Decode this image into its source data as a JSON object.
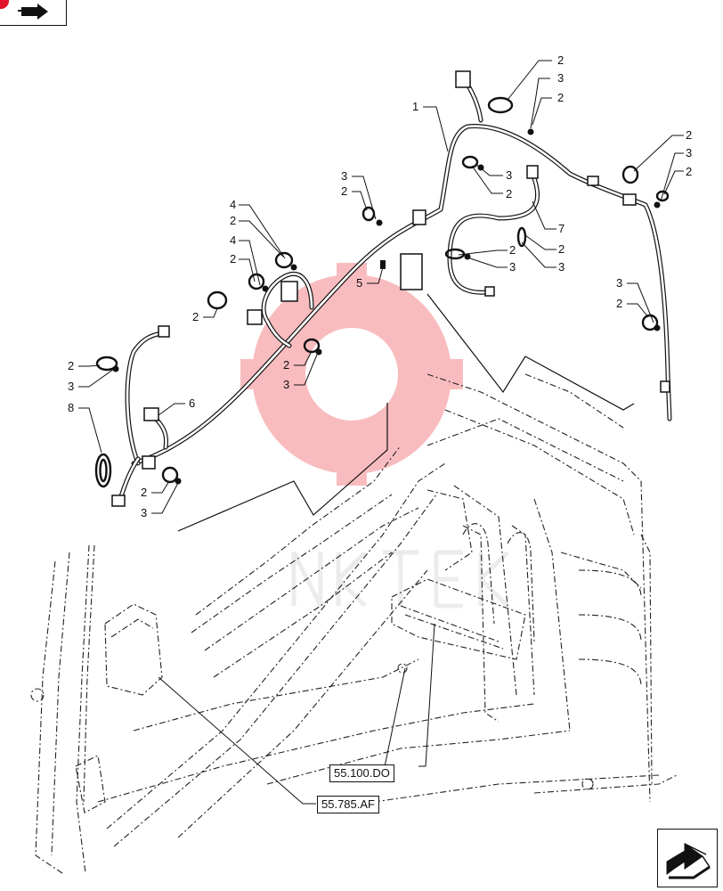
{
  "diagram": {
    "callouts": [
      {
        "id": "c2a",
        "text": "2"
      },
      {
        "id": "c3a",
        "text": "3"
      },
      {
        "id": "c2b",
        "text": "2"
      },
      {
        "id": "c1",
        "text": "1"
      },
      {
        "id": "c2c",
        "text": "2"
      },
      {
        "id": "c3c",
        "text": "3"
      },
      {
        "id": "c2d",
        "text": "2"
      },
      {
        "id": "c3e",
        "text": "3"
      },
      {
        "id": "c2e",
        "text": "2"
      },
      {
        "id": "c3f",
        "text": "3"
      },
      {
        "id": "c2f",
        "text": "2"
      },
      {
        "id": "c7",
        "text": "7"
      },
      {
        "id": "c2g",
        "text": "2"
      },
      {
        "id": "c3g",
        "text": "3"
      },
      {
        "id": "c2h",
        "text": "2"
      },
      {
        "id": "c3h",
        "text": "3"
      },
      {
        "id": "c4a",
        "text": "4"
      },
      {
        "id": "c2i",
        "text": "2"
      },
      {
        "id": "c4b",
        "text": "4"
      },
      {
        "id": "c2j",
        "text": "2"
      },
      {
        "id": "c2k",
        "text": "2"
      },
      {
        "id": "c5",
        "text": "5"
      },
      {
        "id": "c2l",
        "text": "2"
      },
      {
        "id": "c3l",
        "text": "3"
      },
      {
        "id": "c3m",
        "text": "3"
      },
      {
        "id": "c2m",
        "text": "2"
      },
      {
        "id": "c2n",
        "text": "2"
      },
      {
        "id": "c3n",
        "text": "3"
      },
      {
        "id": "c6",
        "text": "6"
      },
      {
        "id": "c8",
        "text": "8"
      },
      {
        "id": "c2o",
        "text": "2"
      },
      {
        "id": "c3o",
        "text": "3"
      }
    ],
    "references": {
      "ref_ecu": "55.100.DO",
      "ref_lamp": "55.785.AF"
    },
    "icons": {
      "top_left": "next-page-arrow-icon",
      "bottom_right": "previous-page-arrow-icon"
    },
    "colors": {
      "line": "#111111",
      "corner_dot": "#e3142c",
      "watermark": "#e8141e"
    }
  }
}
